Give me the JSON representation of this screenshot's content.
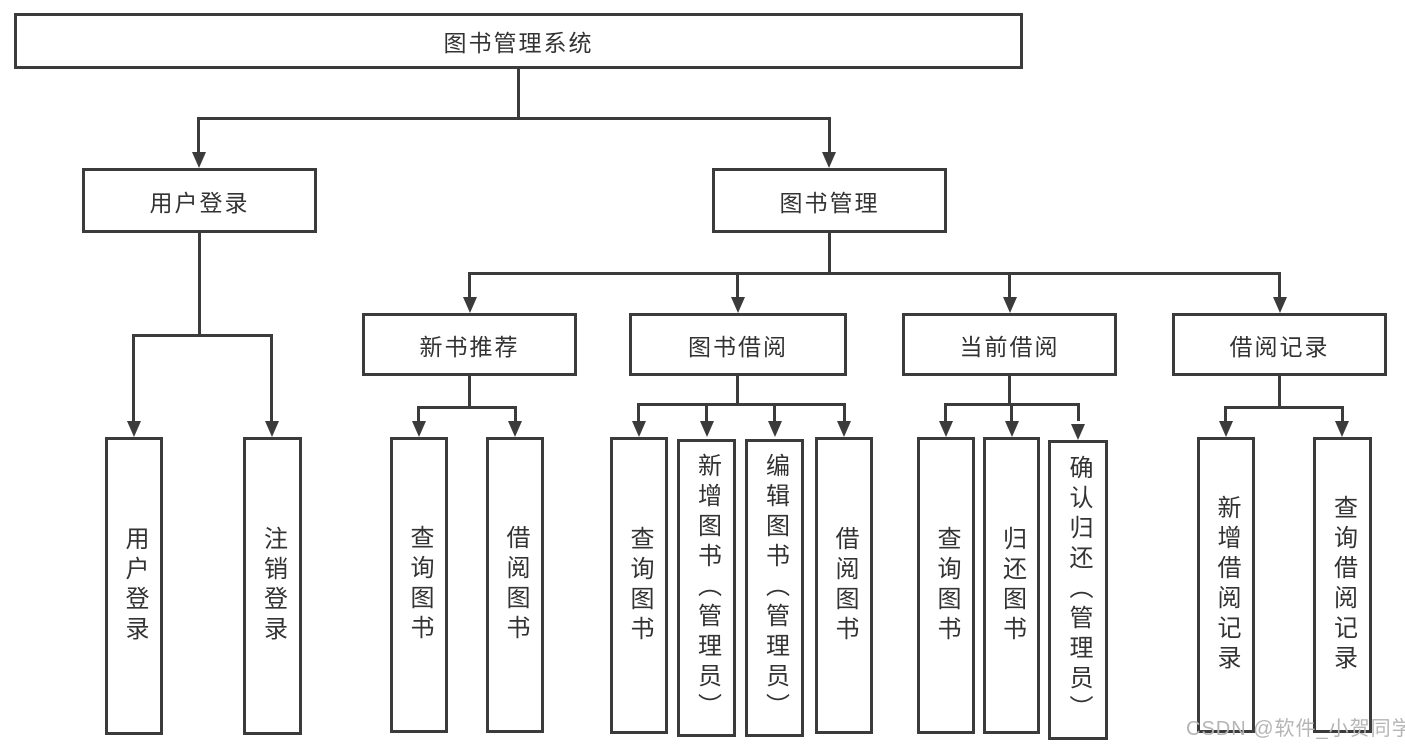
{
  "diagram_title": "图书管理系统",
  "nodes": {
    "root": "图书管理系统",
    "userLogin": "用户登录",
    "bookMgmt": "图书管理",
    "newBook": "新书推荐",
    "bookBorrow": "图书借阅",
    "currentBorrow": "当前借阅",
    "borrowRecord": "借阅记录",
    "userLoginChildren": [
      "用户登录",
      "注销登录"
    ],
    "newBookChildren": [
      "查询图书",
      "借阅图书"
    ],
    "bookBorrowChildren": [
      "查询图书",
      "新增图书（管理员）",
      "编辑图书（管理员）",
      "借阅图书"
    ],
    "currentBorrowChildren": [
      "查询图书",
      "归还图书",
      "确认归还（管理员）"
    ],
    "borrowRecordChildren": [
      "新增借阅记录",
      "查询借阅记录"
    ]
  },
  "colors": {
    "line": "#3b3b3b",
    "text": "#333333",
    "background": "#ffffff",
    "watermark": "#b5b5b5"
  },
  "watermark": "CSDN @软件_小贺同学"
}
